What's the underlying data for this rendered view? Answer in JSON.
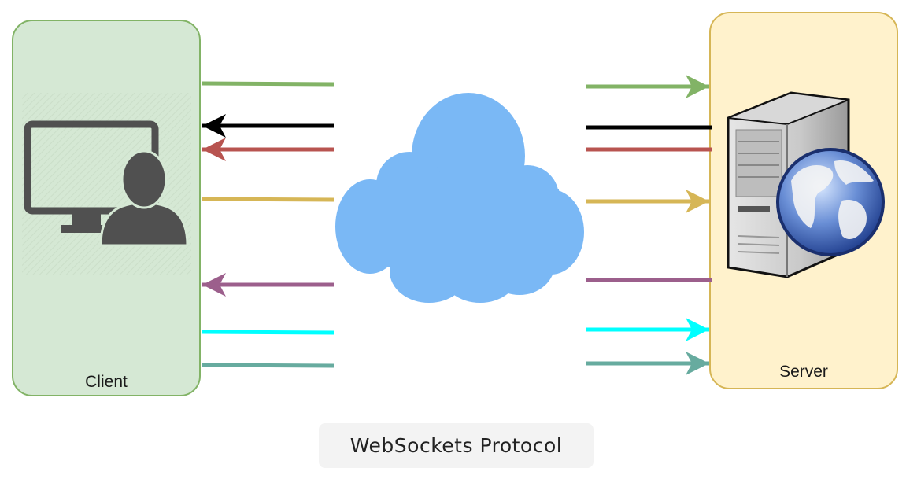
{
  "client": {
    "label": "Client",
    "icon": "user-computer-icon"
  },
  "server": {
    "label": "Server",
    "icon": "web-server-globe-icon"
  },
  "network": {
    "icon": "cloud-icon",
    "color": "#7ab8f5"
  },
  "caption": "WebSockets Protocol",
  "colors": {
    "client_fill": "#d5e8d4",
    "client_stroke": "#82b366",
    "server_fill": "#fff2cc",
    "server_stroke": "#d6b656"
  },
  "messages": [
    {
      "color": "#82b366",
      "direction": "client-to-server"
    },
    {
      "color": "#000000",
      "direction": "server-to-client"
    },
    {
      "color": "#b85450",
      "direction": "server-to-client"
    },
    {
      "color": "#d6b656",
      "direction": "client-to-server"
    },
    {
      "color": "#9c5f8c",
      "direction": "server-to-client"
    },
    {
      "color": "#00ffff",
      "direction": "client-to-server"
    },
    {
      "color": "#67ab9f",
      "direction": "client-to-server"
    }
  ]
}
